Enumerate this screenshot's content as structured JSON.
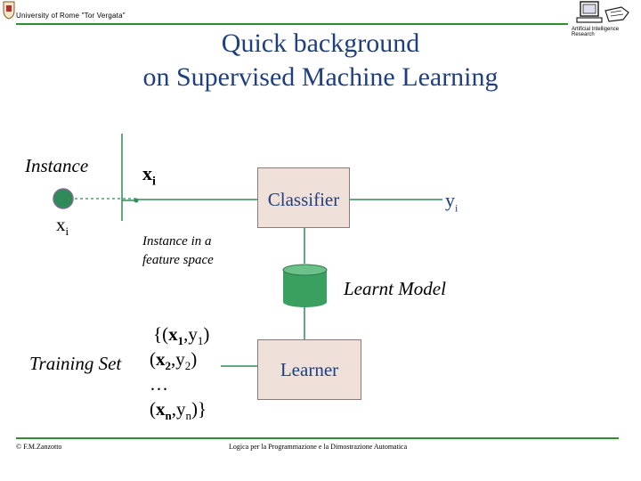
{
  "header": {
    "university": "University of Rome \"Tor Vergata\"",
    "lab_logo_text": "Artificial Intelligence Research"
  },
  "title": {
    "line1": "Quick background",
    "line2": "on Supervised Machine Learning"
  },
  "diagram": {
    "instance_label": "Instance",
    "instance_node_base": "x",
    "instance_node_sub": "i",
    "feature_vector_base": "x",
    "feature_vector_sub": "i",
    "feature_caption_line1": "Instance in a",
    "feature_caption_line2": "feature space",
    "classifier_label": "Classifier",
    "output_base": "y",
    "output_sub": "i",
    "model_label": "Learnt Model",
    "training_label": "Training Set",
    "learner_label": "Learner",
    "training_set": {
      "line1_prefix": "{(",
      "line1_x": "x",
      "line1_xsub": "1",
      "line1_mid": ",y",
      "line1_ysub": "1",
      "line1_suffix": ")",
      "line2_prefix": "(",
      "line2_x": "x",
      "line2_xsub": "2",
      "line2_mid": ",y",
      "line2_ysub": "2",
      "line2_suffix": ")",
      "line3": "…",
      "line4_prefix": "(",
      "line4_x": "x",
      "line4_xsub": "n",
      "line4_mid": ",y",
      "line4_ysub": "n",
      "line4_suffix": ")}"
    }
  },
  "footer": {
    "author": "© F.M.Zanzotto",
    "course": "Logica per la Programmazione e la Dimostrazione Automatica"
  },
  "colors": {
    "rule_green": "#2f8f2f",
    "title_blue": "#1f3f7f",
    "box_fill": "#f0e0da",
    "node_green": "#2e8b57",
    "cylinder_green": "#3aa060"
  }
}
